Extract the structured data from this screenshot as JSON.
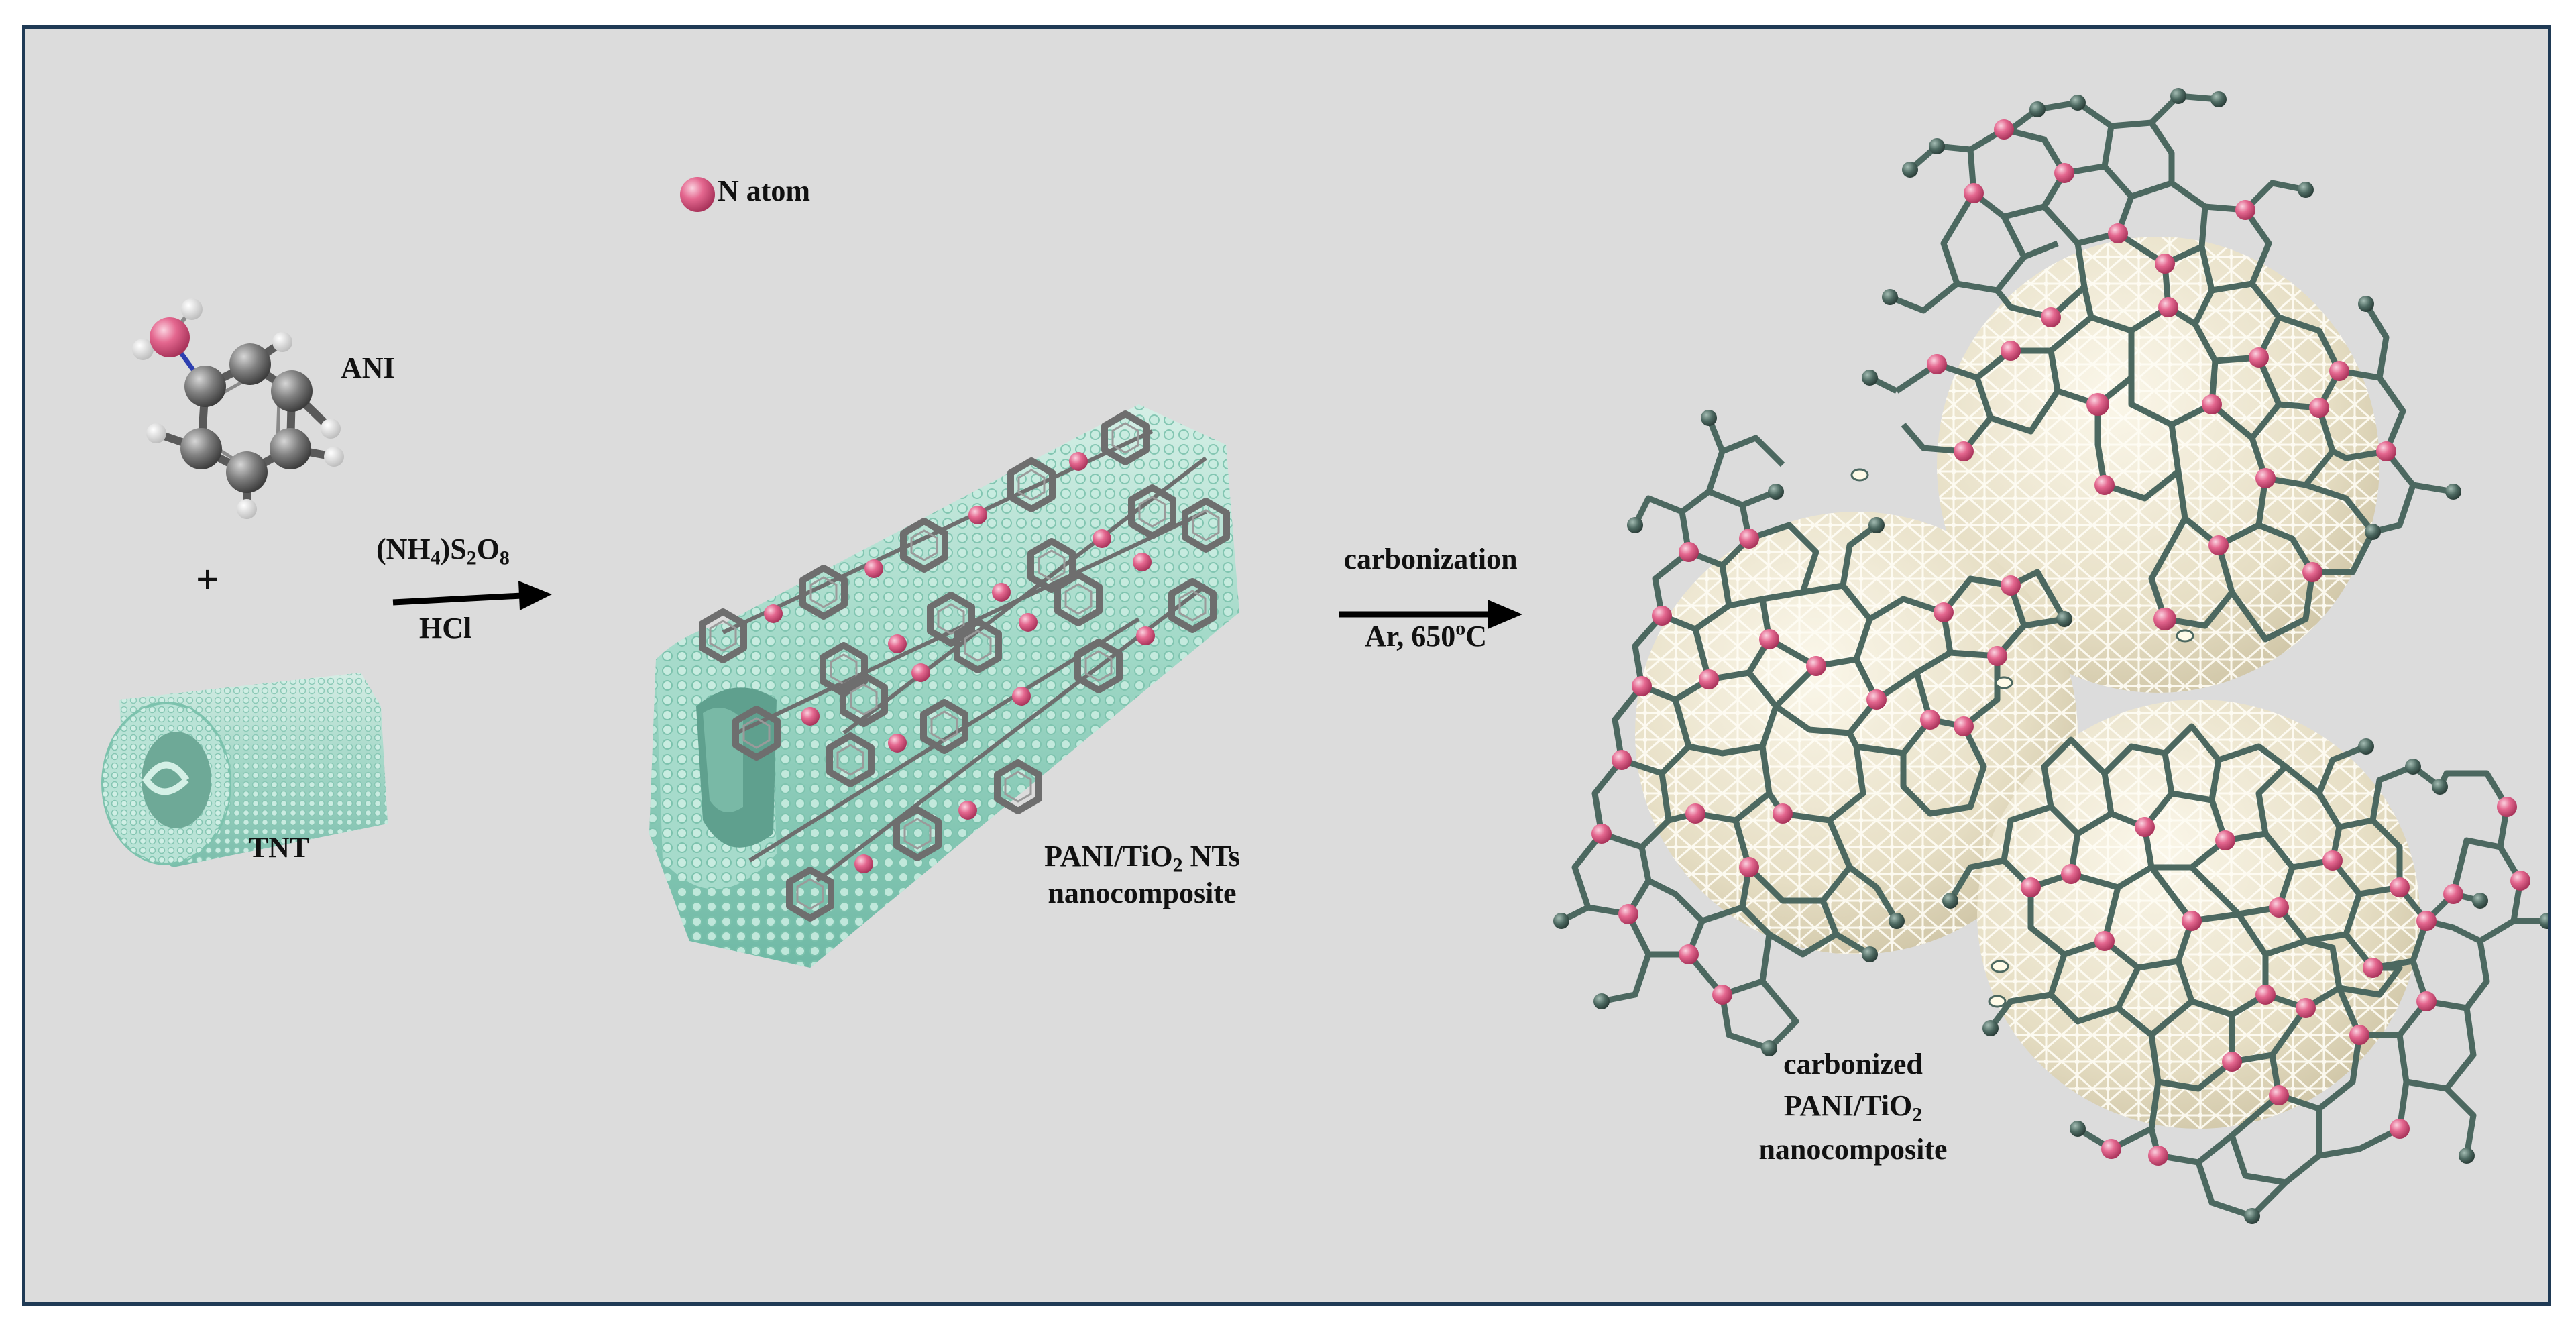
{
  "colors": {
    "background": "#dcdcdc",
    "border": "#1f3a55",
    "nitrogen": "#e4678f",
    "carbon_grey": "#6e6e6e",
    "bond_green": "#4c6860",
    "tio2_cream": "#ece5cf",
    "tube_teal": "#9fd8c6"
  },
  "legend": {
    "icon": "pink-sphere-icon",
    "label": "N atom"
  },
  "ani": {
    "label": "ANI"
  },
  "plus": "+",
  "tnt": {
    "label": "TNT"
  },
  "step1": {
    "reagent": {
      "pre": "(NH",
      "s1": "4",
      "mid1": ")S",
      "s2": "2",
      "mid2": "O",
      "s3": "8"
    },
    "condition": "HCl"
  },
  "pani_tio2": {
    "line1": {
      "pre": "PANI/TiO",
      "sub": "2",
      "post": " NTs"
    },
    "line2": "nanocomposite"
  },
  "step2": {
    "process": "carbonization",
    "condition": {
      "pre": "Ar, 650",
      "sup": "o",
      "post": "C"
    }
  },
  "carbonized": {
    "line1": "carbonized",
    "line2": {
      "pre": "PANI/TiO",
      "sub": "2"
    },
    "line3": "nanocomposite"
  }
}
